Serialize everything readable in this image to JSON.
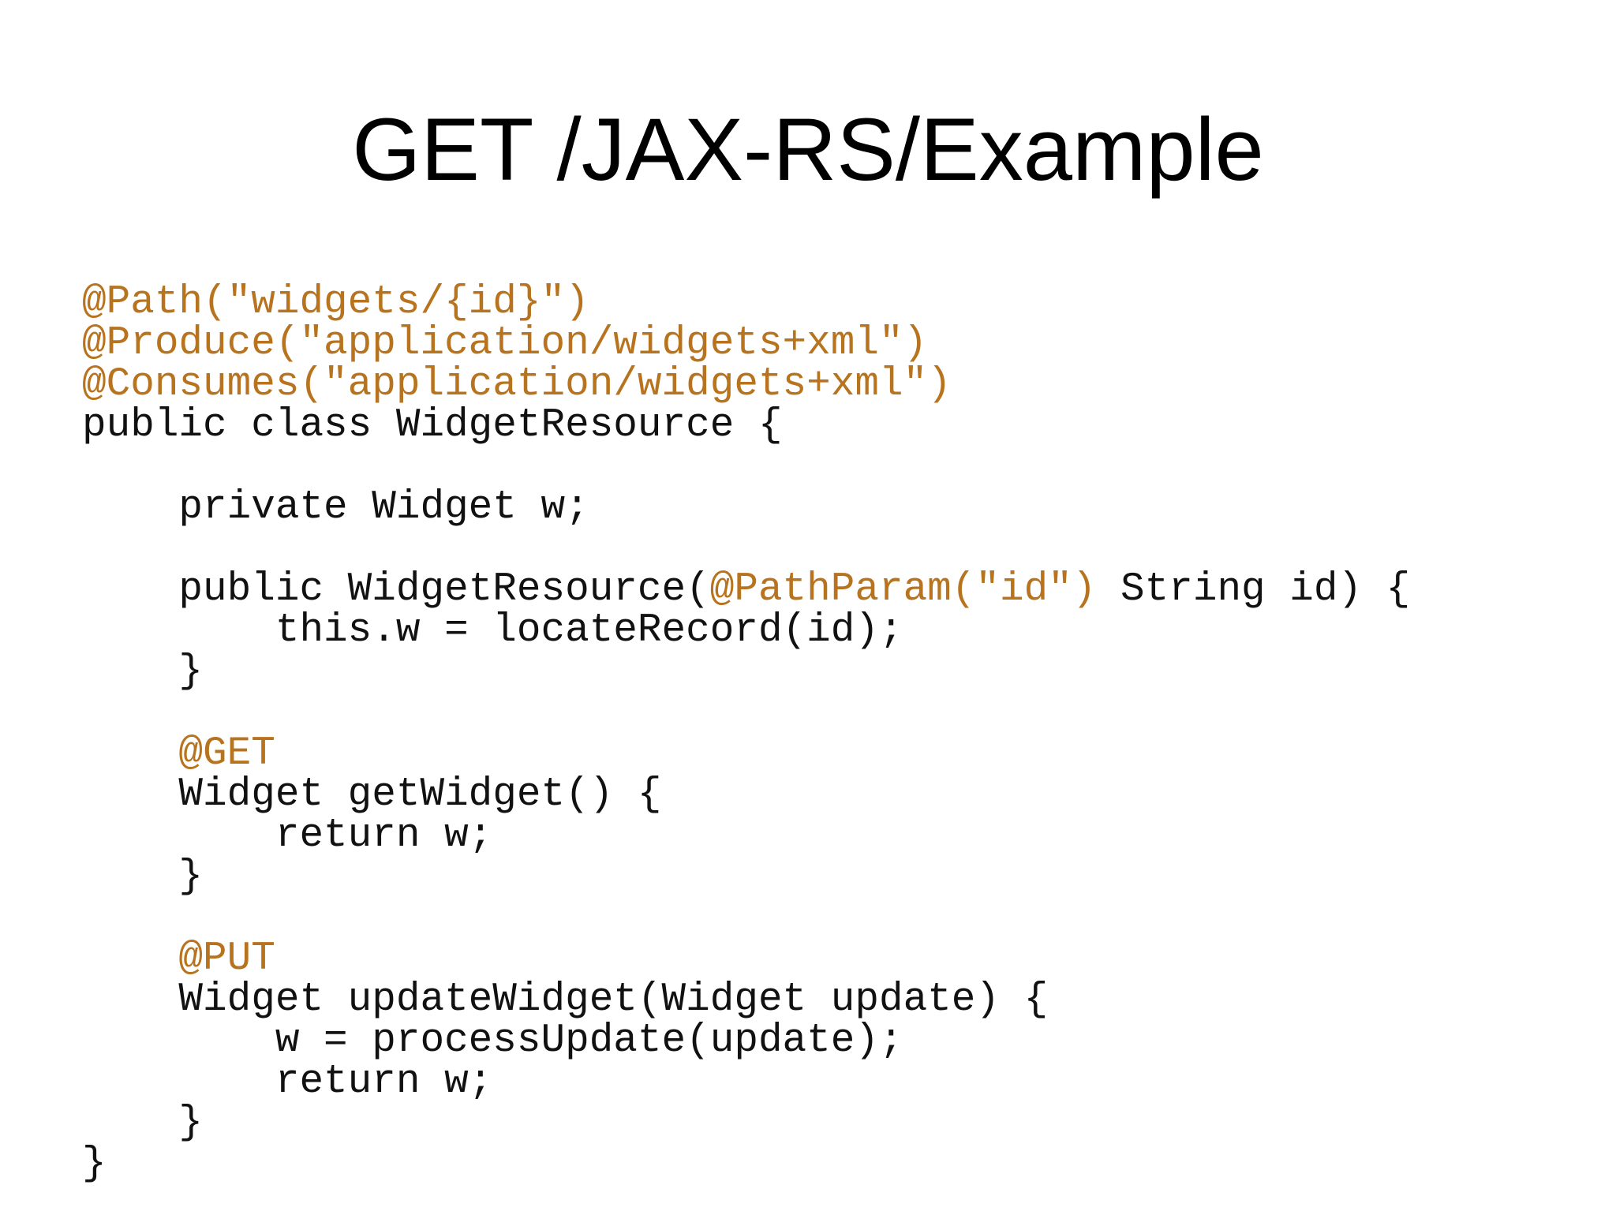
{
  "slide": {
    "title": "GET /JAX-RS/Example"
  },
  "colors": {
    "annotation": "#b8731e",
    "code": "#111111",
    "title": "#000000",
    "background": "#ffffff"
  },
  "code": {
    "lines": [
      {
        "segments": [
          {
            "text": "@Path(\"widgets/{id}\")",
            "kind": "annotation"
          }
        ]
      },
      {
        "segments": [
          {
            "text": "@Produce(\"application/widgets+xml\")",
            "kind": "annotation"
          }
        ]
      },
      {
        "segments": [
          {
            "text": "@Consumes(\"application/widgets+xml\")",
            "kind": "annotation"
          }
        ]
      },
      {
        "segments": [
          {
            "text": "public class WidgetResource {",
            "kind": "plain"
          }
        ]
      },
      {
        "segments": [
          {
            "text": "",
            "kind": "plain"
          }
        ]
      },
      {
        "segments": [
          {
            "text": "    private Widget w;",
            "kind": "plain"
          }
        ]
      },
      {
        "segments": [
          {
            "text": "",
            "kind": "plain"
          }
        ]
      },
      {
        "segments": [
          {
            "text": "    public WidgetResource(",
            "kind": "plain"
          },
          {
            "text": "@PathParam(\"id\")",
            "kind": "annotation"
          },
          {
            "text": " String id) {",
            "kind": "plain"
          }
        ]
      },
      {
        "segments": [
          {
            "text": "        this.w = locateRecord(id);",
            "kind": "plain"
          }
        ]
      },
      {
        "segments": [
          {
            "text": "    }",
            "kind": "plain"
          }
        ]
      },
      {
        "segments": [
          {
            "text": "",
            "kind": "plain"
          }
        ]
      },
      {
        "segments": [
          {
            "text": "    @GET",
            "kind": "annotation"
          }
        ]
      },
      {
        "segments": [
          {
            "text": "    Widget getWidget() {",
            "kind": "plain"
          }
        ]
      },
      {
        "segments": [
          {
            "text": "        return w;",
            "kind": "plain"
          }
        ]
      },
      {
        "segments": [
          {
            "text": "    }",
            "kind": "plain"
          }
        ]
      },
      {
        "segments": [
          {
            "text": "",
            "kind": "plain"
          }
        ]
      },
      {
        "segments": [
          {
            "text": "    @PUT",
            "kind": "annotation"
          }
        ]
      },
      {
        "segments": [
          {
            "text": "    Widget updateWidget(Widget update) {",
            "kind": "plain"
          }
        ]
      },
      {
        "segments": [
          {
            "text": "        w = processUpdate(update);",
            "kind": "plain"
          }
        ]
      },
      {
        "segments": [
          {
            "text": "        return w;",
            "kind": "plain"
          }
        ]
      },
      {
        "segments": [
          {
            "text": "    }",
            "kind": "plain"
          }
        ]
      },
      {
        "segments": [
          {
            "text": "}",
            "kind": "plain"
          }
        ]
      }
    ]
  }
}
